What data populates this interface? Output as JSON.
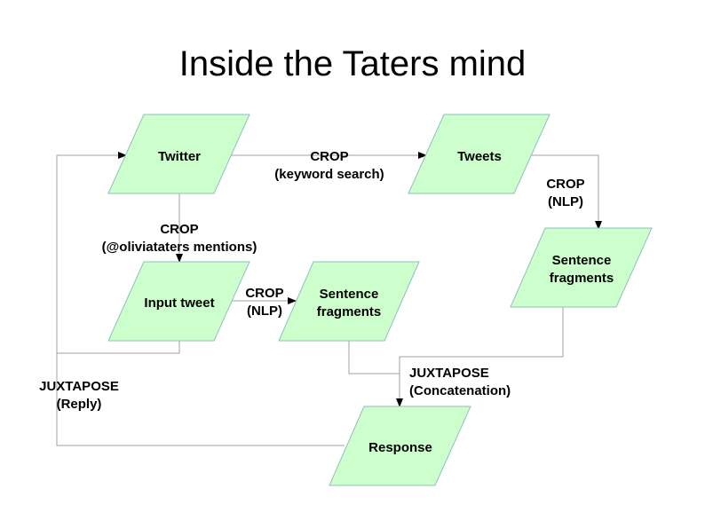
{
  "title": "Inside the Taters mind",
  "colors": {
    "node_fill": "#ccffcc",
    "node_stroke": "#8fbfbf",
    "connector": "#a0a0a0",
    "arrowhead": "#000000",
    "text": "#000000"
  },
  "nodes": {
    "twitter": {
      "lines": [
        "Twitter"
      ]
    },
    "tweets": {
      "lines": [
        "Tweets"
      ]
    },
    "input_tweet": {
      "lines": [
        "Input tweet"
      ]
    },
    "fragments_mid": {
      "lines": [
        "Sentence",
        "fragments"
      ]
    },
    "fragments_right": {
      "lines": [
        "Sentence",
        "fragments"
      ]
    },
    "response": {
      "lines": [
        "Response"
      ]
    }
  },
  "edges": {
    "twitter_to_tweets": {
      "lines": [
        "CROP",
        "(keyword search)"
      ]
    },
    "tweets_to_fragments": {
      "lines": [
        "CROP",
        "(NLP)"
      ]
    },
    "twitter_to_input": {
      "lines": [
        "CROP",
        "(@oliviataters mentions)"
      ]
    },
    "input_to_fragments": {
      "lines": [
        "CROP",
        "(NLP)"
      ]
    },
    "fragments_to_response": {
      "lines": [
        "JUXTAPOSE",
        "(Concatenation)"
      ]
    },
    "response_to_twitter": {
      "lines": [
        "JUXTAPOSE",
        "(Reply)"
      ]
    }
  }
}
